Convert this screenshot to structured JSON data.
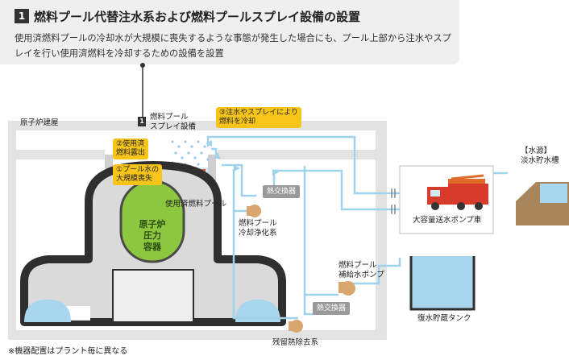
{
  "header": {
    "number": "1",
    "title": "燃料プール代替注水系および燃料プールスプレイ設備の設置",
    "description": "使用済燃料プールの冷却水が大規模に喪失するような事態が発生した場合にも、プール上部から注水やスプレイを行い使用済燃料を冷却するための設備を設置"
  },
  "labels": {
    "reactor_building": "原子炉建屋",
    "spray_badge": "1",
    "spray_equipment": "燃料プール\nスプレイ設備",
    "spent_fuel_pool": "使用済燃料プール",
    "rpv": "原子炉\n圧力\n容器",
    "pool_cleanup": "燃料プール\n冷却浄化系",
    "makeup_pump": "燃料プール\n補給水ポンプ",
    "rhr": "残留熱除去系",
    "water_source": "【水源】\n淡水貯水槽",
    "pump_truck": "大容量送水ポンプ車",
    "storage_tank": "復水貯蔵タンク",
    "heat_exchanger_1": "熱交換器",
    "heat_exchanger_2": "熱交換器",
    "footnote": "※機器配置はプラント毎に異なる"
  },
  "callouts": {
    "c1": "①プール水の\n大規模喪失",
    "c2": "②使用済\n燃料露出",
    "c3": "③注水やスプレイにより\n燃料を冷却"
  },
  "colors": {
    "pipe": "#9fd3ec",
    "callout": "#f7c519",
    "vessel_green": "#8dc63f",
    "wall_gray": "#e3e3e3",
    "pump_tan": "#d9a66f",
    "flame_red": "#e8542e",
    "truck_red": "#d63b2b"
  }
}
